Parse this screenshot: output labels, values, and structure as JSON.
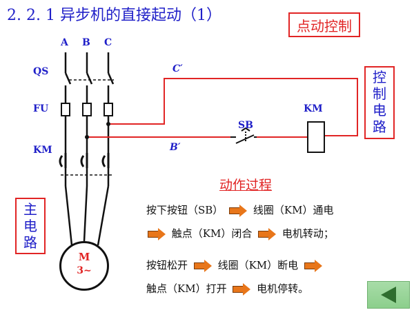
{
  "title": "2. 2. 1   异步机的直接起动（1）",
  "badge": "点动控制",
  "control_circuit_label": [
    "控",
    "制",
    "电",
    "路"
  ],
  "main_circuit_label": [
    "主",
    "电",
    "路"
  ],
  "phases": [
    "A",
    "B",
    "C"
  ],
  "components": {
    "qs": "QS",
    "fu": "FU",
    "km": "KM",
    "km_coil": "KM",
    "sb": "SB",
    "c_prime": "C′",
    "b_prime": "B′"
  },
  "motor": {
    "name": "M",
    "rating": "3~"
  },
  "process": {
    "title": "动作过程",
    "press": {
      "step1": "按下按钮（SB）",
      "step2": "线圈（KM）通电",
      "step3": "触点（KM）闭合",
      "step4": "电机转动；"
    },
    "release": {
      "step1": "按钮松开",
      "step2": "线圈（KM）断电",
      "step3": "触点（KM）打开",
      "step4": "电机停转。"
    }
  },
  "colors": {
    "title_blue": "#1f1fc8",
    "accent_red": "#e12424",
    "arrow_orange": "#e8761a",
    "nav_green": "#8ccf8c"
  },
  "icons": {
    "arrow": "right-arrow-icon",
    "back": "back-triangle-icon"
  }
}
